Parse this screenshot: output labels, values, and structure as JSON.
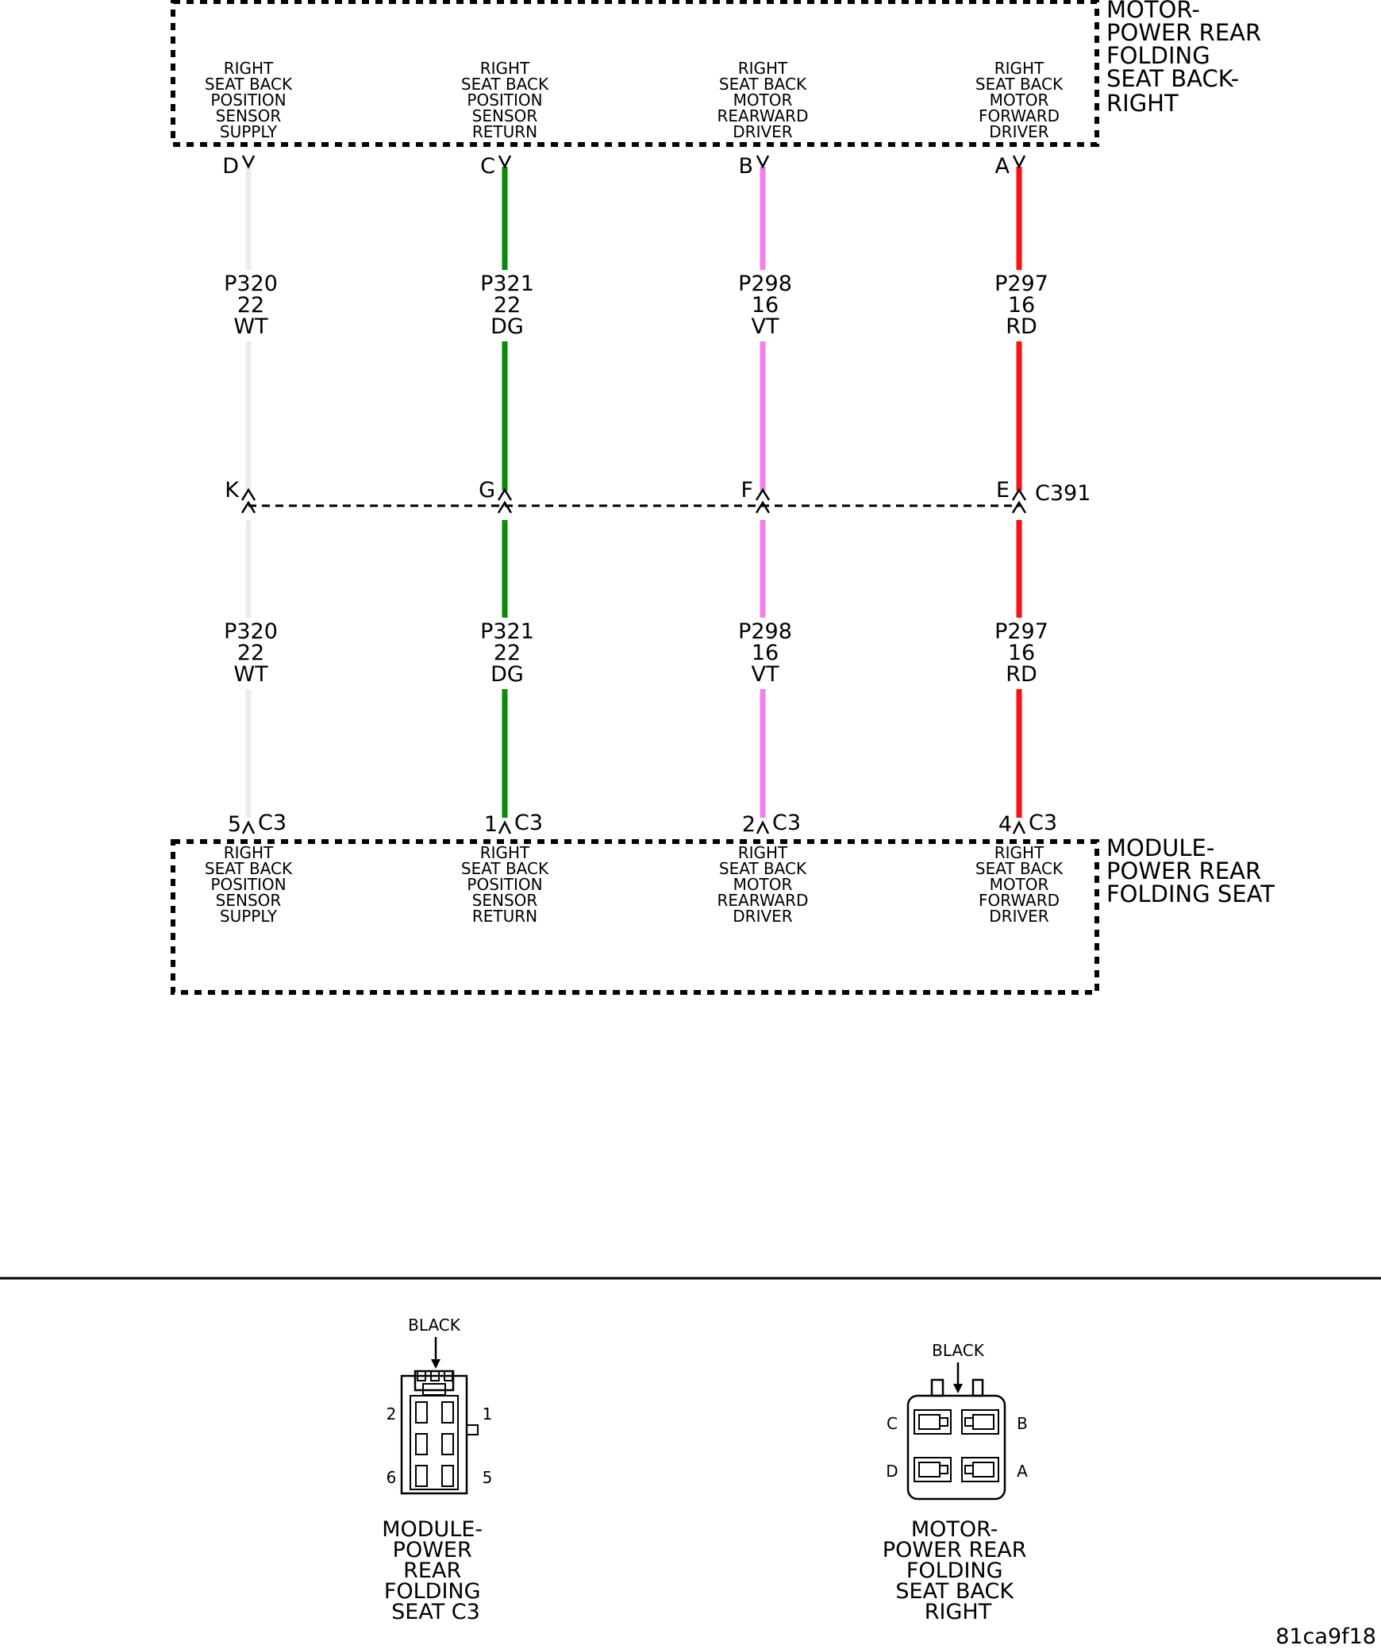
{
  "top_component": {
    "name_lines": [
      "MOTOR-",
      "POWER REAR",
      "FOLDING",
      "SEAT BACK-",
      "RIGHT"
    ]
  },
  "bottom_component": {
    "name_lines": [
      "MODULE-",
      "POWER REAR",
      "FOLDING SEAT"
    ]
  },
  "inline_connector": {
    "name": "C391"
  },
  "bottom_connector": {
    "name": "C3"
  },
  "circuits": [
    {
      "function_lines": [
        "RIGHT",
        "SEAT BACK",
        "POSITION",
        "SENSOR",
        "SUPPLY"
      ],
      "top_pin": "D",
      "inline_pin": "K",
      "bottom_pin": "5",
      "circuit": "P320",
      "gauge": "22",
      "color_code": "WT",
      "wire_color": "#ececec"
    },
    {
      "function_lines": [
        "RIGHT",
        "SEAT BACK",
        "POSITION",
        "SENSOR",
        "RETURN"
      ],
      "top_pin": "C",
      "inline_pin": "G",
      "bottom_pin": "1",
      "circuit": "P321",
      "gauge": "22",
      "color_code": "DG",
      "wire_color": "#0a8a0a"
    },
    {
      "function_lines": [
        "RIGHT",
        "SEAT BACK",
        "MOTOR",
        "REARWARD",
        "DRIVER"
      ],
      "top_pin": "B",
      "inline_pin": "F",
      "bottom_pin": "2",
      "circuit": "P298",
      "gauge": "16",
      "color_code": "VT",
      "wire_color": "#ee82ee"
    },
    {
      "function_lines": [
        "RIGHT",
        "SEAT BACK",
        "MOTOR",
        "FORWARD",
        "DRIVER"
      ],
      "top_pin": "A",
      "inline_pin": "E",
      "bottom_pin": "4",
      "circuit": "P297",
      "gauge": "16",
      "color_code": "RD",
      "wire_color": "#ff1010"
    }
  ],
  "connector_views": {
    "module_c3": {
      "label": "BLACK",
      "pins": [
        "2",
        "1",
        "6",
        "5"
      ],
      "name_lines": [
        "MODULE-",
        "POWER",
        "REAR",
        "FOLDING",
        "SEAT C3"
      ]
    },
    "motor": {
      "label": "BLACK",
      "pins": [
        "C",
        "B",
        "D",
        "A"
      ],
      "name_lines": [
        "MOTOR-",
        "POWER REAR",
        "FOLDING",
        "SEAT BACK",
        "RIGHT"
      ]
    }
  },
  "figure_id": "81ca9f18"
}
